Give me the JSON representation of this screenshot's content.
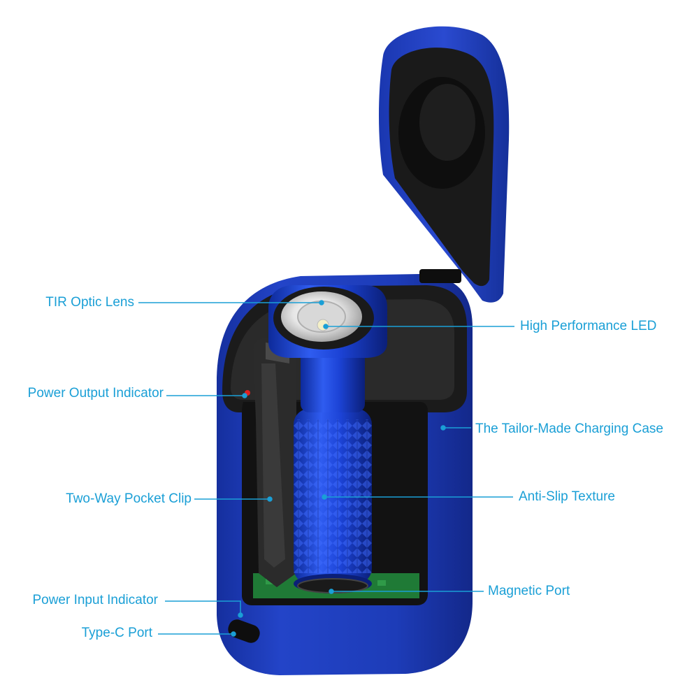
{
  "theme": {
    "label_color": "#1a9fd6",
    "leader_color": "#1a9fd6",
    "case_color": "#1f3fc0",
    "case_shadow": "#142a8a",
    "case_highlight": "#4a6ae6",
    "interior_color": "#111111",
    "pcb_color": "#1f7a36",
    "indicator_color": "#e02020"
  },
  "product": {
    "name": "charging-case-flashlight"
  },
  "callouts": [
    {
      "id": "tir-optic-lens",
      "text": "TIR Optic Lens"
    },
    {
      "id": "high-performance-led",
      "text": "High Performance LED"
    },
    {
      "id": "power-output-indicator",
      "text": "Power Output Indicator"
    },
    {
      "id": "tailor-made-charging-case",
      "text": "The Tailor-Made Charging Case"
    },
    {
      "id": "two-way-pocket-clip",
      "text": "Two-Way Pocket Clip"
    },
    {
      "id": "anti-slip-texture",
      "text": "Anti-Slip Texture"
    },
    {
      "id": "magnetic-port",
      "text": "Magnetic Port"
    },
    {
      "id": "power-input-indicator",
      "text": "Power Input Indicator"
    },
    {
      "id": "type-c-port",
      "text": "Type-C Port"
    }
  ]
}
